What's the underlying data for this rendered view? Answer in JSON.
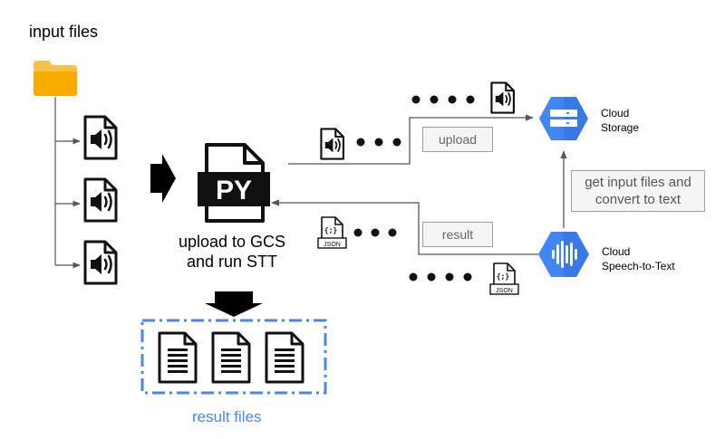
{
  "labels": {
    "input_files": "input files",
    "script_caption_line1": "upload to GCS",
    "script_caption_line2": "and run STT",
    "result_files": "result files",
    "py_text": "PY",
    "json_text": "JSON",
    "json_braces": "{;}"
  },
  "nodes": {
    "cloud_storage": {
      "line1": "Cloud",
      "line2": "Storage",
      "icon": "storage-icon"
    },
    "speech_to_text": {
      "line1": "Cloud",
      "line2": "Speech-to-Text",
      "icon": "waveform-icon"
    }
  },
  "edges": {
    "upload": "upload",
    "result": "result",
    "convert_line1": "get input files and",
    "convert_line2": "convert to text"
  },
  "colors": {
    "gcp_blue": "#4285f4",
    "gcp_blue_dark": "#2e6ad8",
    "folder": "#f9ab00",
    "folder_tab": "#f7c24b",
    "dashed_border": "#4a86e8",
    "result_label": "#4a86e8",
    "edge_box_border": "#9e9e9e",
    "edge_box_fill": "#f5f5f5"
  },
  "icons": [
    "folder-icon",
    "audio-file-icon",
    "python-file-icon",
    "json-file-icon",
    "document-icon",
    "storage-icon",
    "waveform-icon",
    "arrow-right-icon",
    "arrow-down-icon"
  ]
}
